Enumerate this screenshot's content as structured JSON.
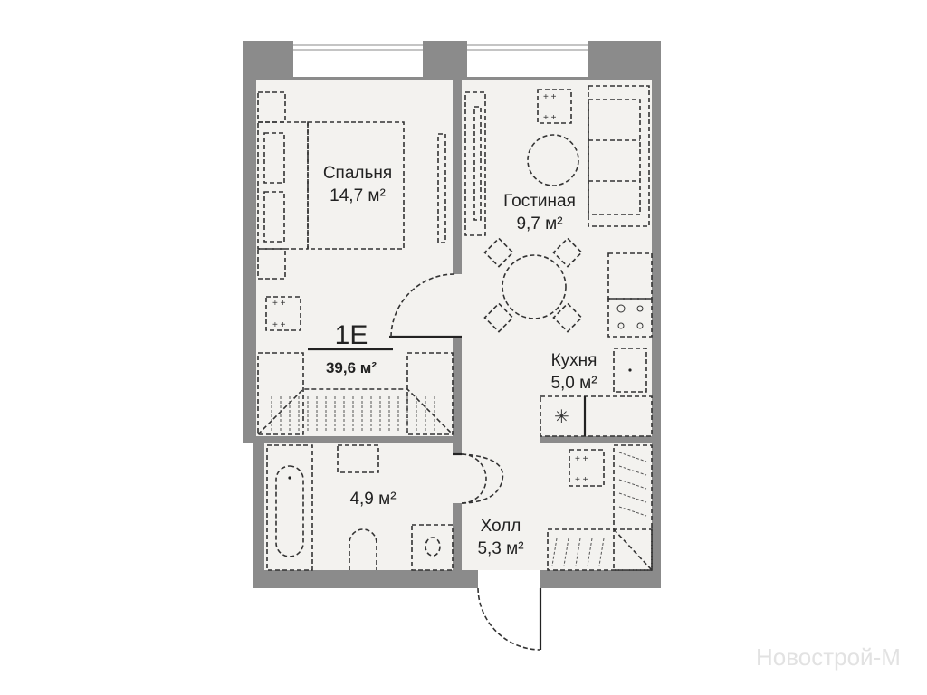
{
  "plan": {
    "code": "1E",
    "total_area": "39,6 м²",
    "rooms": {
      "bedroom": {
        "name": "Спальня",
        "area": "14,7 м²"
      },
      "living": {
        "name": "Гостиная",
        "area": "9,7 м²"
      },
      "kitchen": {
        "name": "Кухня",
        "area": "5,0 м²"
      },
      "bathroom": {
        "area": "4,9 м²"
      },
      "hall": {
        "name": "Холл",
        "area": "5,3 м²"
      }
    }
  },
  "watermark": "Новострой-М",
  "colors": {
    "wall": "#8b8b8b",
    "floor": "#f3f2ef"
  }
}
